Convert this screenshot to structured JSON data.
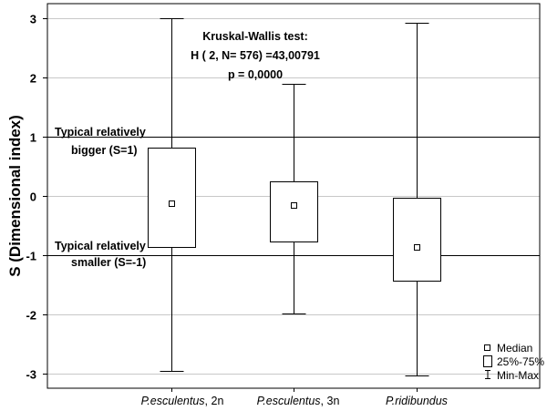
{
  "chart_data": {
    "type": "box",
    "ylabel": "S (Dimensional index)",
    "ylim": [
      -3.25,
      3.25
    ],
    "yticks": [
      3,
      2,
      1,
      0,
      -1,
      -2,
      -3
    ],
    "ytick_labels": [
      "3",
      "2",
      "1",
      "0",
      "-1",
      "-2",
      "-3"
    ],
    "grid": true,
    "categories": [
      {
        "label_main": "P.esculentus",
        "label_suffix": ", 2n"
      },
      {
        "label_main": "P.esculentus",
        "label_suffix": ", 3n"
      },
      {
        "label_main": "P.ridibundus",
        "label_suffix": ""
      }
    ],
    "series": [
      {
        "median": -0.13,
        "q1": -0.87,
        "q3": 0.82,
        "min": -2.96,
        "max": 3.0
      },
      {
        "median": -0.16,
        "q1": -0.77,
        "q3": 0.25,
        "min": -1.98,
        "max": 1.9
      },
      {
        "median": -0.86,
        "q1": -1.44,
        "q3": -0.03,
        "min": -3.04,
        "max": 2.92
      }
    ],
    "reference_lines": [
      {
        "y": 1,
        "label_line1": "Typical relatively",
        "label_line2": "bigger (S=1)"
      },
      {
        "y": -1,
        "label_line1": "Typical relatively",
        "label_line2": "smaller (S=-1)"
      }
    ],
    "test_annotation": {
      "line1": "Kruskal-Wallis test:",
      "line2": "H ( 2, N= 576) =43,00791",
      "line3": "p = 0,0000"
    },
    "legend": {
      "placement": "bottom-right",
      "items": [
        {
          "icon": "median-square-icon",
          "label": "Median"
        },
        {
          "icon": "box-icon",
          "label": "25%-75%"
        },
        {
          "icon": "whisker-icon",
          "label": "Min-Max"
        }
      ]
    },
    "colors": {
      "grid": "#c8c8c8",
      "line": "#000000",
      "background": "#ffffff"
    }
  }
}
